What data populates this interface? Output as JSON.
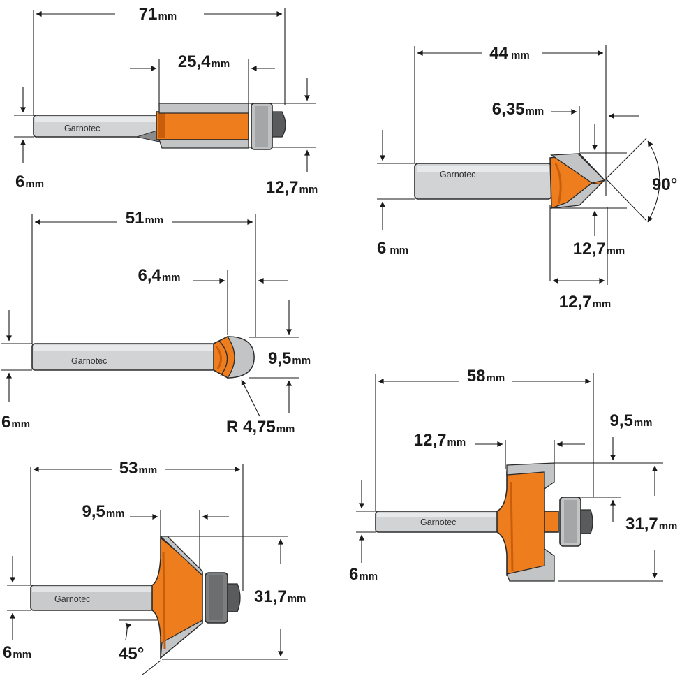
{
  "brand": "Garnotec",
  "colors": {
    "cutter_orange": "#ee7d1e",
    "cutter_orange_dark": "#c85d0c",
    "shank_gray": "#d1d3d5",
    "blade_gray": "#c2c4c6",
    "bearing_gray": "#6d6e70",
    "line": "#1a1a1a"
  },
  "flush_trim_bit": {
    "overall_length": {
      "value": "71",
      "unit": "mm"
    },
    "cutting_length": {
      "value": "25,4",
      "unit": "mm"
    },
    "diameter": {
      "value": "12,7",
      "unit": "mm"
    },
    "shank_diameter": {
      "value": "6",
      "unit": "mm"
    }
  },
  "v_groove_bit": {
    "overall_length": {
      "value": "44",
      "unit": "mm"
    },
    "cutting_length": {
      "value": "6,35",
      "unit": "mm"
    },
    "angle": "90°",
    "diameter": {
      "value": "12,7",
      "unit": "mm"
    },
    "cutting_height": {
      "value": "12,7",
      "unit": "mm"
    },
    "shank_diameter": {
      "value": "6",
      "unit": "mm"
    }
  },
  "core_box_bit": {
    "overall_length": {
      "value": "51",
      "unit": "mm"
    },
    "cutting_length": {
      "value": "6,4",
      "unit": "mm"
    },
    "diameter": {
      "value": "9,5",
      "unit": "mm"
    },
    "radius": {
      "value": "R 4,75",
      "unit": "mm"
    },
    "shank_diameter": {
      "value": "6",
      "unit": "mm"
    }
  },
  "chamfer_bit": {
    "overall_length": {
      "value": "53",
      "unit": "mm"
    },
    "cutting_length": {
      "value": "9,5",
      "unit": "mm"
    },
    "diameter": {
      "value": "31,7",
      "unit": "mm"
    },
    "angle": "45°",
    "shank_diameter": {
      "value": "6",
      "unit": "mm"
    }
  },
  "rabbeting_bit": {
    "overall_length": {
      "value": "58",
      "unit": "mm"
    },
    "cutting_length": {
      "value": "12,7",
      "unit": "mm"
    },
    "rabbet_depth": {
      "value": "9,5",
      "unit": "mm"
    },
    "diameter": {
      "value": "31,7",
      "unit": "mm"
    },
    "shank_diameter": {
      "value": "6",
      "unit": "mm"
    }
  }
}
